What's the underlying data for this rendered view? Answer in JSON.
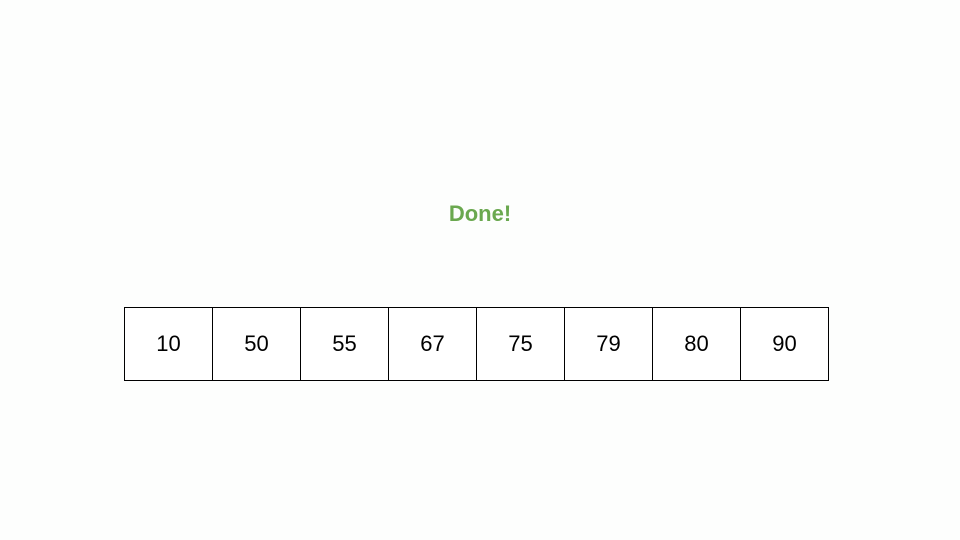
{
  "status": {
    "message": "Done!",
    "color": "#6aa84f"
  },
  "array": {
    "values": [
      "10",
      "50",
      "55",
      "67",
      "75",
      "79",
      "80",
      "90"
    ]
  }
}
